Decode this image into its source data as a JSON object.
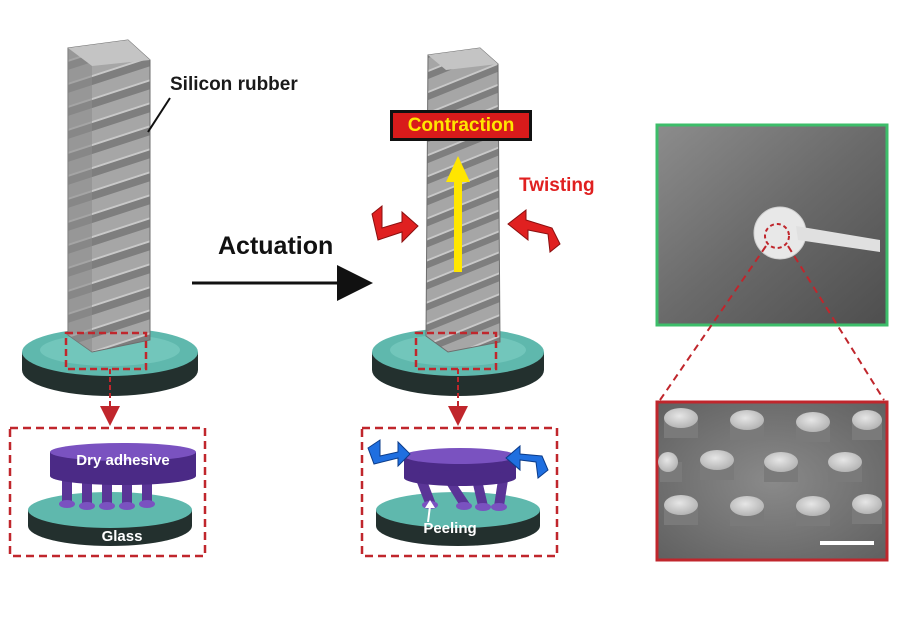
{
  "labels": {
    "silicon_rubber": "Silicon rubber",
    "actuation": "Actuation",
    "contraction": "Contraction",
    "twisting": "Twisting",
    "dry_adhesive": "Dry adhesive",
    "glass": "Glass",
    "peeling": "Peeling"
  },
  "colors": {
    "rubber": "#9a9a9a",
    "adhesive": "#6a3fb0",
    "glass": "#5fb8ad",
    "dashed_box": "#c0262c",
    "photo_frame": "#3dbd6a",
    "sem_frame": "#c0262c",
    "twist_arrow_red": "#e02020",
    "twist_arrow_blue": "#1f6fe0",
    "contraction_arrow": "#ffe600"
  }
}
